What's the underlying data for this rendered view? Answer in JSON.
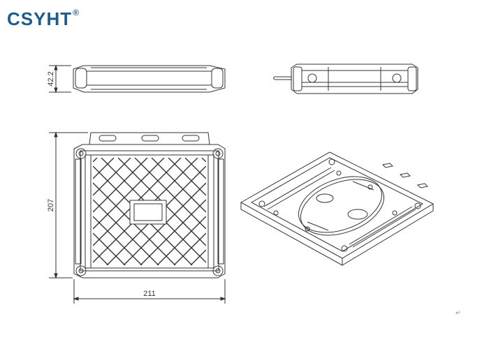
{
  "brand": {
    "name": "CSYHT",
    "mark": "®",
    "color": "#1f5c8c"
  },
  "dimensions": {
    "height_side": "42.2",
    "height_top": "207",
    "width_top": "211"
  },
  "return_symbol": "↵",
  "colors": {
    "line": "#333333",
    "accent": "#1f5c8c"
  }
}
